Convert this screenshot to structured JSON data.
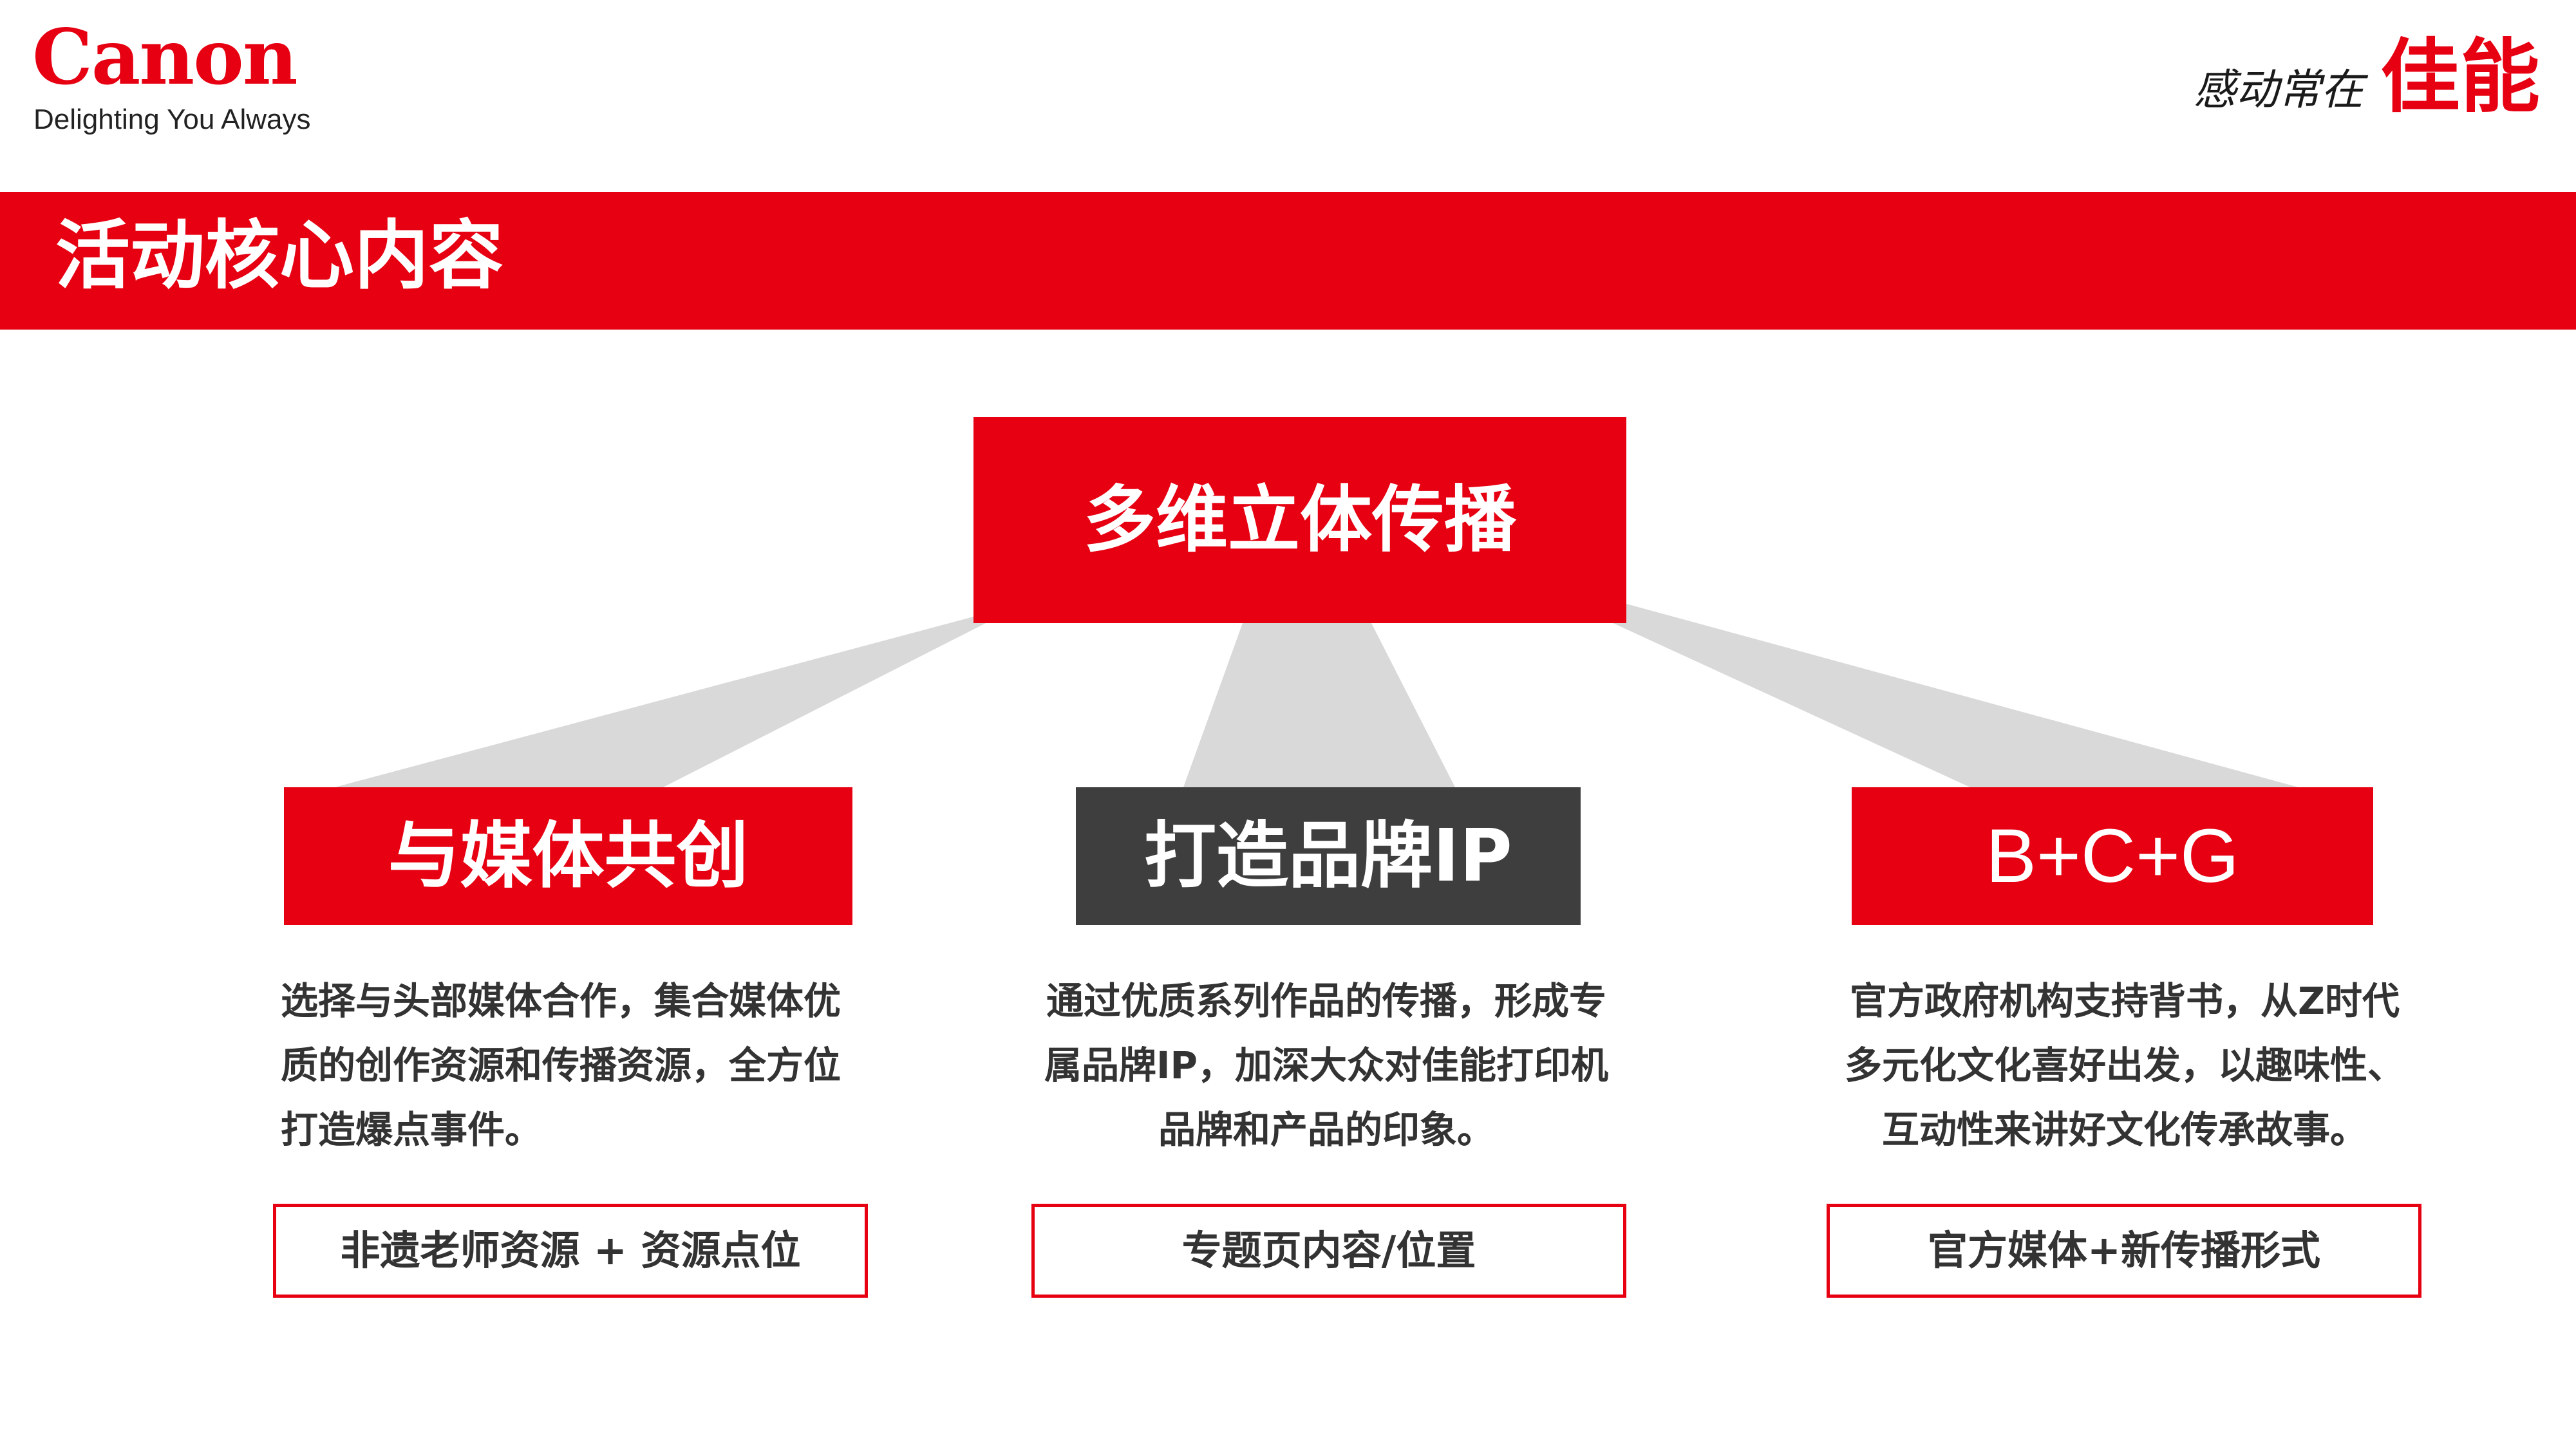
{
  "brand": {
    "logo": "Canon",
    "tagline": "Delighting You Always",
    "slogan_small": "感动常在",
    "slogan_big": "佳能"
  },
  "banner": {
    "title": "活动核心内容"
  },
  "top_box": {
    "label": "多维立体传播"
  },
  "columns": [
    {
      "title": "与媒体共创",
      "lines": [
        "选择与头部媒体合作，集合媒体优",
        "质的创作资源和传播资源，全方位",
        "打造爆点事件。"
      ],
      "tag": "非遗老师资源 + 资源点位"
    },
    {
      "title": "打造品牌IP",
      "lines": [
        "通过优质系列作品的传播，形成专",
        "属品牌IP，加深大众对佳能打印机",
        "品牌和产品的印象。"
      ],
      "tag": "专题页内容/位置"
    },
    {
      "title": "B+C+G",
      "lines": [
        "官方政府机构支持背书，从Z时代",
        "多元化文化喜好出发，以趣味性、",
        "互动性来讲好文化传承故事。"
      ],
      "tag": "官方媒体+新传播形式"
    }
  ],
  "colors": {
    "brand_red": "#e60012",
    "dark_box": "#3e3e3e",
    "beam_gray": "#d9d9d9",
    "text": "#333333"
  }
}
